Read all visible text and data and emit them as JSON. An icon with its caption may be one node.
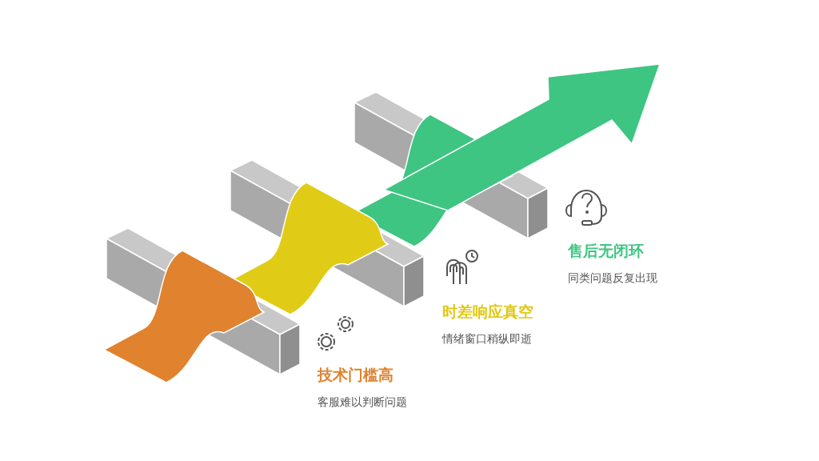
{
  "diagram": {
    "labels": [
      "技术门槛高",
      "客服难以判断问题",
      "时差响应真空",
      "情绪窗口稍纵即逝",
      "售后无闭环",
      "同类问题反复出现"
    ]
  }
}
